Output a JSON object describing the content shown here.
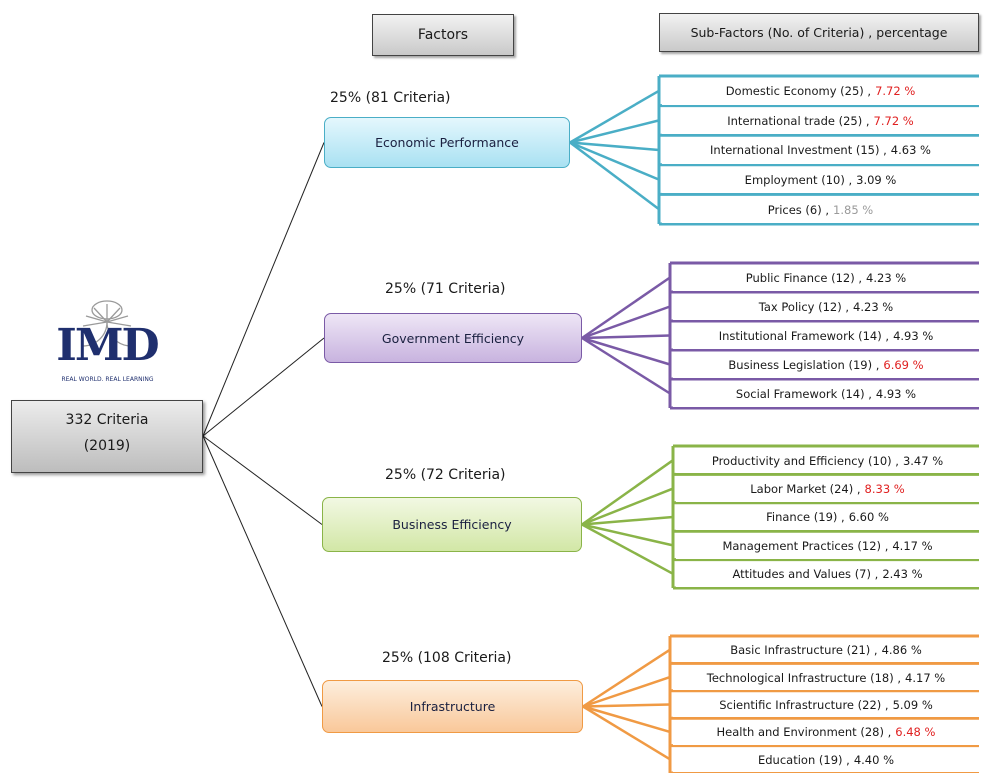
{
  "headers": {
    "factors": "Factors",
    "subfactors": "Sub-Factors (No. of Criteria) , percentage"
  },
  "logo": {
    "text": "IMD",
    "tagline": "REAL WORLD. REAL LEARNING"
  },
  "root": {
    "line1": "332 Criteria",
    "line2": "(2019)"
  },
  "colors": {
    "economic": "#4aaec6",
    "government": "#7a5aa6",
    "business": "#8ab448",
    "infrastructure": "#f09a44",
    "highlight": "#e02020",
    "muted": "#9a9a9a"
  },
  "factors": [
    {
      "share": "25% (81 Criteria)",
      "name": "Economic Performance",
      "subs": [
        {
          "label": "Domestic Economy (25)  ,",
          "pct": "7.72 %",
          "tone": "red"
        },
        {
          "label": "International trade (25)  ,",
          "pct": "7.72 %",
          "tone": "red"
        },
        {
          "label": "International Investment (15)  ,",
          "pct": "4.63 %",
          "tone": "normal"
        },
        {
          "label": "Employment (10)  ,",
          "pct": "3.09 %",
          "tone": "normal"
        },
        {
          "label": "Prices (6)  ,",
          "pct": "1.85 %",
          "tone": "grey"
        }
      ]
    },
    {
      "share": "25% (71 Criteria)",
      "name": "Government Efficiency",
      "subs": [
        {
          "label": "Public Finance (12)  ,",
          "pct": "4.23 %",
          "tone": "normal"
        },
        {
          "label": "Tax Policy (12)  ,",
          "pct": "4.23 %",
          "tone": "normal"
        },
        {
          "label": "Institutional Framework (14)  ,",
          "pct": "4.93 %",
          "tone": "normal"
        },
        {
          "label": "Business Legislation (19)  ,",
          "pct": "6.69 %",
          "tone": "red"
        },
        {
          "label": "Social Framework (14) ,",
          "pct": "4.93 %",
          "tone": "normal"
        }
      ]
    },
    {
      "share": "25% (72 Criteria)",
      "name": "Business Efficiency",
      "subs": [
        {
          "label": "Productivity and Efficiency (10)  ,",
          "pct": "3.47 %",
          "tone": "normal"
        },
        {
          "label": "Labor Market (24)  ,",
          "pct": "8.33 %",
          "tone": "red"
        },
        {
          "label": "Finance (19)  ,",
          "pct": "6.60 %",
          "tone": "normal"
        },
        {
          "label": "Management Practices (12)  ,",
          "pct": "4.17 %",
          "tone": "normal"
        },
        {
          "label": "Attitudes and Values  (7)  ,",
          "pct": "2.43 %",
          "tone": "normal"
        }
      ]
    },
    {
      "share": "25% (108 Criteria)",
      "name": "Infrastructure",
      "subs": [
        {
          "label": "Basic Infrastructure (21)  ,",
          "pct": "4.86 %",
          "tone": "normal"
        },
        {
          "label": "Technological Infrastructure (18)  ,",
          "pct": "4.17 %",
          "tone": "normal"
        },
        {
          "label": "Scientific Infrastructure (22)  ,",
          "pct": "5.09 %",
          "tone": "normal"
        },
        {
          "label": "Health and Environment (28)  ,",
          "pct": "6.48 %",
          "tone": "red"
        },
        {
          "label": "Education (19)  ,",
          "pct": "4.40 %",
          "tone": "normal"
        }
      ]
    }
  ]
}
